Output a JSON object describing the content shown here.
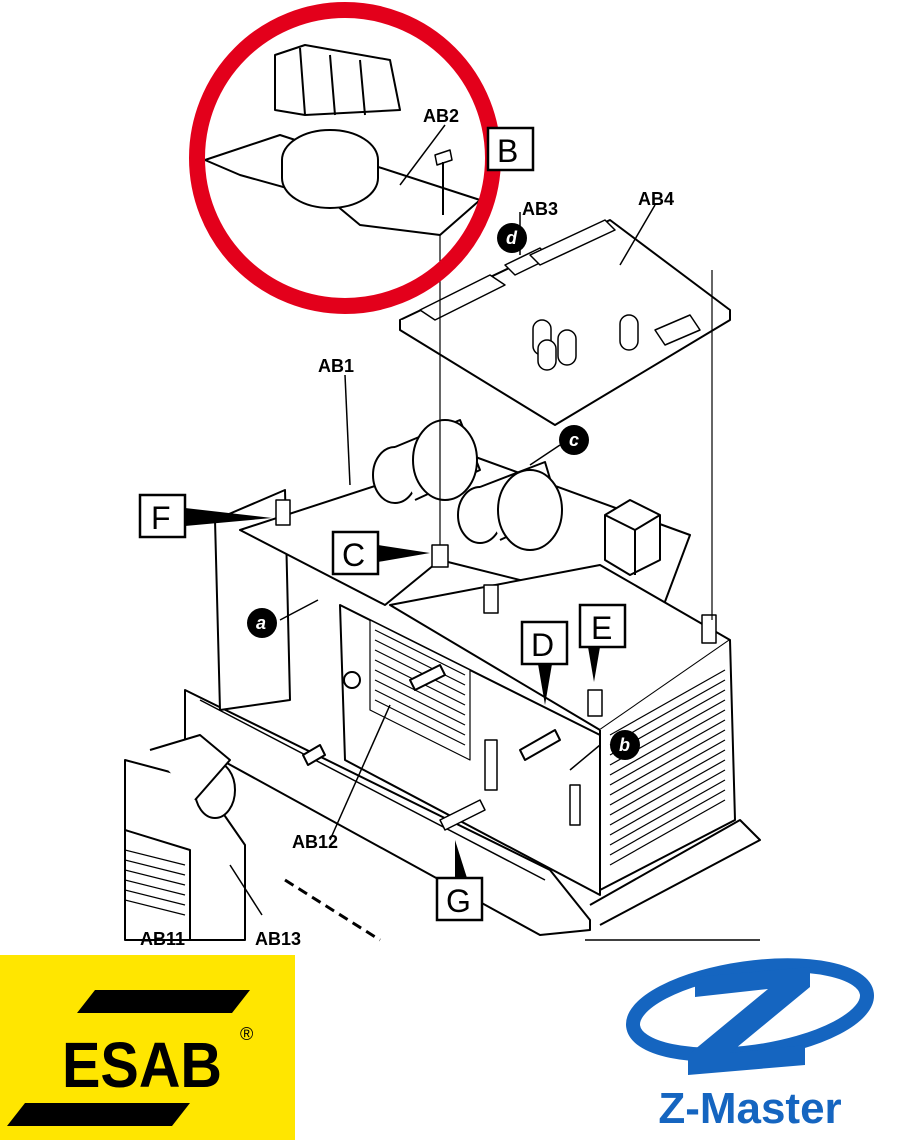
{
  "diagram": {
    "part_labels": {
      "ab1": "AB1",
      "ab2": "AB2",
      "ab3": "AB3",
      "ab4": "AB4",
      "ab12": "AB12",
      "ab13": "AB13",
      "ab11": "AB11"
    },
    "box_letters": {
      "b": "B",
      "c": "C",
      "d": "D",
      "e": "E",
      "f": "F",
      "g": "G"
    },
    "circle_letters": {
      "a": "a",
      "b": "b",
      "c": "c",
      "d": "d"
    },
    "highlight_color": "#e3001b"
  },
  "logos": {
    "esab": {
      "text": "ESAB",
      "registered": "®",
      "background": "#ffe600"
    },
    "zmaster": {
      "text": "Z-Master",
      "color": "#1565c0"
    }
  }
}
